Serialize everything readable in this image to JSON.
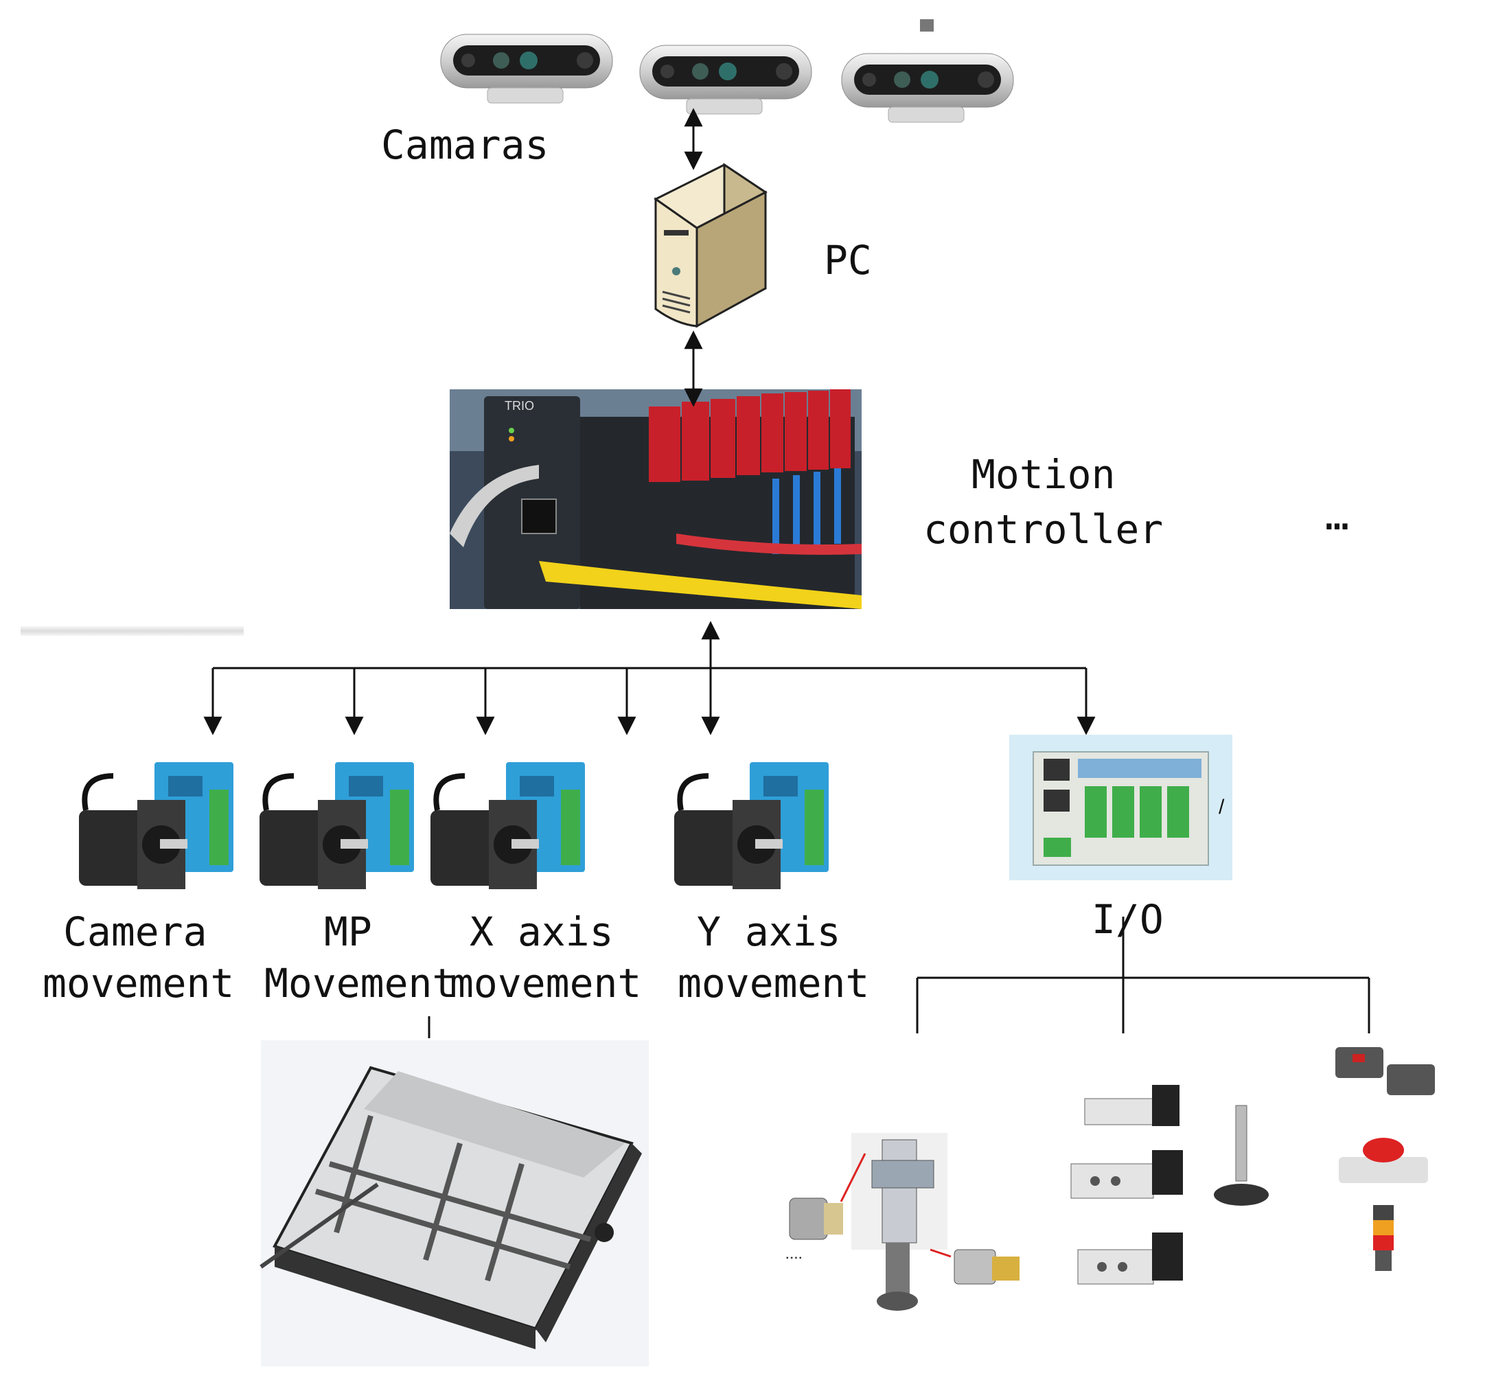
{
  "labels": {
    "cameras": "Camaras",
    "pc": "PC",
    "motion_controller_line1": "Motion",
    "motion_controller_line2": "controller",
    "ellipsis": "…",
    "camera_movement_line1": "Camera",
    "camera_movement_line2": "movement",
    "mp_movement_line1": "MP",
    "mp_movement_line2": "Movement",
    "x_axis_line1": "X axis",
    "x_axis_line2": "movement",
    "y_axis_line1": "Y axis",
    "y_axis_line2": "movement",
    "io": "I/O"
  },
  "colors": {
    "line": "#111111",
    "servo_driver_blue": "#2f9fd8",
    "motor_body": "#2b2b2b",
    "controller_red": "#c8202a",
    "cable_yellow": "#f2d21a",
    "pc_case": "#e9dcb8",
    "terminal_green": "#3fae4a"
  },
  "icons": [
    "depth-camera-icon",
    "pc-tower-icon",
    "motion-controller-photo",
    "servo-motor-icon",
    "io-module-icon",
    "platform-cad-drawing",
    "gear-motor-icon",
    "pneumatic-valve-icon",
    "suction-cup-icon",
    "sensor-icon",
    "emergency-stop-icon",
    "signal-tower-icon"
  ]
}
